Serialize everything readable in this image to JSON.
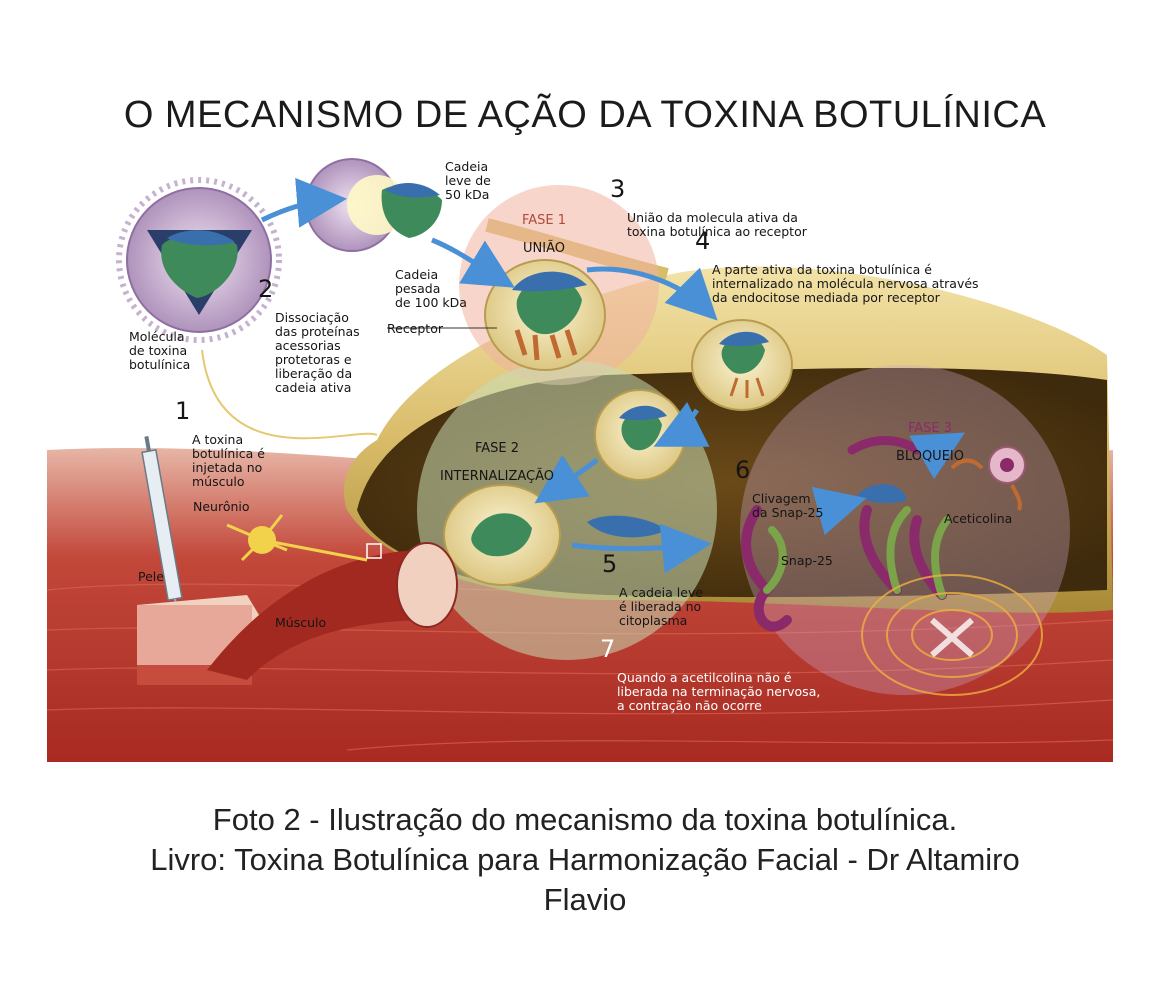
{
  "title": "O MECANISMO DE AÇÃO  DA TOXINA BOTULÍNICA",
  "labels": {
    "molecule": "Molécula\nde toxina\nbotulínica",
    "light_chain": "Cadeia\nleve de\n50 kDa",
    "heavy_chain": "Cadeia\npesada\nde 100 kDa",
    "receptor": "Receptor",
    "neuron": "Neurônio",
    "skin": "Pele",
    "muscle": "Músculo",
    "snap25": "Snap-25",
    "acetylcholine": "Aceticolina"
  },
  "phases": [
    {
      "name": "FASE 1",
      "label": "UNIÃO"
    },
    {
      "name": "FASE 2",
      "label": "INTERNALIZAÇÃO"
    },
    {
      "name": "FASE 3",
      "label": "BLOQUEIO"
    }
  ],
  "steps": [
    {
      "num": "1",
      "text": "A toxina\nbotulínica é\ninjetada no\nmúsculo"
    },
    {
      "num": "2",
      "text": "Dissociação\ndas proteínas\nacessorias\nprotetoras e\nliberação da\ncadeia ativa"
    },
    {
      "num": "3",
      "text": "União da molecula ativa da\ntoxina botulínica ao receptor"
    },
    {
      "num": "4",
      "text": "A parte ativa da toxina botulínica é\ninternalizado na molécula nervosa através\nda endocitose mediada por receptor"
    },
    {
      "num": "5",
      "text": "A cadeia leve\né liberada no\ncitoplasma"
    },
    {
      "num": "6",
      "text": "Clivagem\nda Snap-25"
    },
    {
      "num": "7",
      "text": "Quando a acetilcolina não é\nliberada na terminação nervosa,\na contração não ocorre"
    }
  ],
  "caption": {
    "line1": "Foto 2 - Ilustração do mecanismo da toxina botulínica.",
    "line2": "Livro: Toxina Botulínica para Harmonização Facial - Dr Altamiro",
    "line3": "Flavio"
  },
  "colors": {
    "muscle_red": "#b8342a",
    "nerve_gold": "#d9bc6a",
    "phase1_pink": "#f0b2a0",
    "phase2_green": "#c9dcb6",
    "phase3_violet": "#c8a6c8",
    "arrow_blue": "#4a90d6",
    "toxin_blue": "#3a6fae",
    "toxin_green": "#3f8a5a"
  }
}
